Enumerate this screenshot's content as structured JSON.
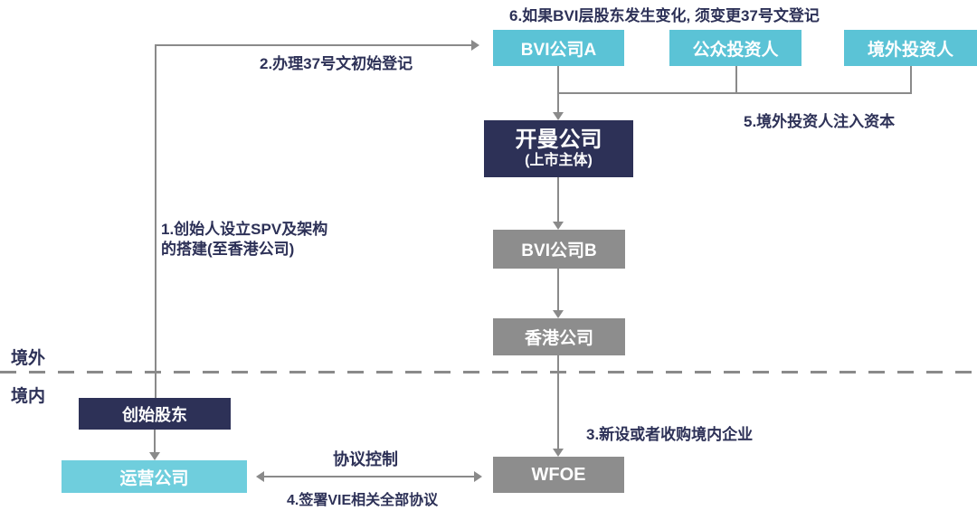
{
  "diagram": {
    "nodes": {
      "bvi_a": {
        "label": "BVI公司A",
        "color": "#5bc3d6"
      },
      "public_investor": {
        "label": "公众投资人",
        "color": "#5bc3d6"
      },
      "overseas_investor": {
        "label": "境外投资人",
        "color": "#5bc3d6"
      },
      "cayman": {
        "label": "开曼公司",
        "sublabel": "(上市主体)",
        "color": "#2d3157"
      },
      "bvi_b": {
        "label": "BVI公司B",
        "color": "#8d8d8d"
      },
      "hk_company": {
        "label": "香港公司",
        "color": "#8d8d8d"
      },
      "founder": {
        "label": "创始股东",
        "color": "#2d3157"
      },
      "operating_company": {
        "label": "运营公司",
        "color": "#6fcedd"
      },
      "wfoe": {
        "label": "WFOE",
        "color": "#8d8d8d"
      }
    },
    "labels": {
      "step1_line1": "1.创始人设立SPV及架构",
      "step1_line2": "的搭建(至香港公司)",
      "step2": "2.办理37号文初始登记",
      "step3": "3.新设或者收购境内企业",
      "step4": "4.签署VIE相关全部协议",
      "step5": "5.境外投资人注入资本",
      "step6": "6.如果BVI层股东发生变化, 须变更37号文登记",
      "vie_control": "协议控制",
      "zone_offshore": "境外",
      "zone_onshore": "境内"
    },
    "colors": {
      "cyan": "#5bc3d6",
      "cyan_light": "#6fcedd",
      "navy": "#2d3157",
      "gray_box": "#8d8d8d",
      "line": "#8a8a8a",
      "label_text": "#2d3157",
      "background": "#ffffff"
    }
  }
}
